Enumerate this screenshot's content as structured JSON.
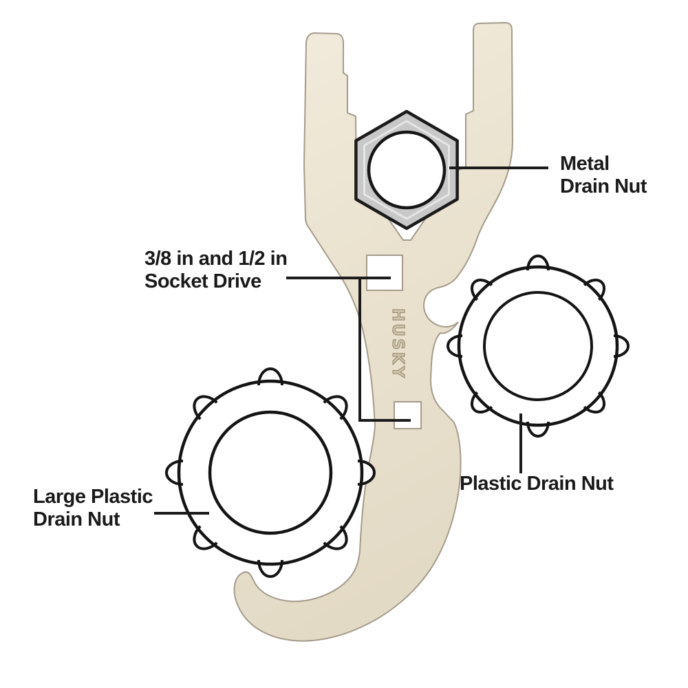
{
  "labels": {
    "metal": {
      "line1": "Metal",
      "line2": "Drain Nut"
    },
    "socket": {
      "line1": "3/8 in and 1/2 in",
      "line2": "Socket Drive"
    },
    "plastic": {
      "text": "Plastic Drain Nut"
    },
    "large_plastic": {
      "line1": "Large Plastic",
      "line2": "Drain Nut"
    }
  },
  "brand": {
    "text": "HUSKY"
  },
  "colors": {
    "background": "#FFFFFF",
    "metal_fill_light": "#F2ECDD",
    "metal_fill_dark": "#E3DAC6",
    "metal_edge": "#A49B8B",
    "hex_nut_gray": "#C8C8C8",
    "hex_bevel": "#E9E9E9",
    "outline_black": "#1B1B1B",
    "brand_text_fill": "#CFC3AB",
    "brand_text_stroke": "#93856C"
  }
}
